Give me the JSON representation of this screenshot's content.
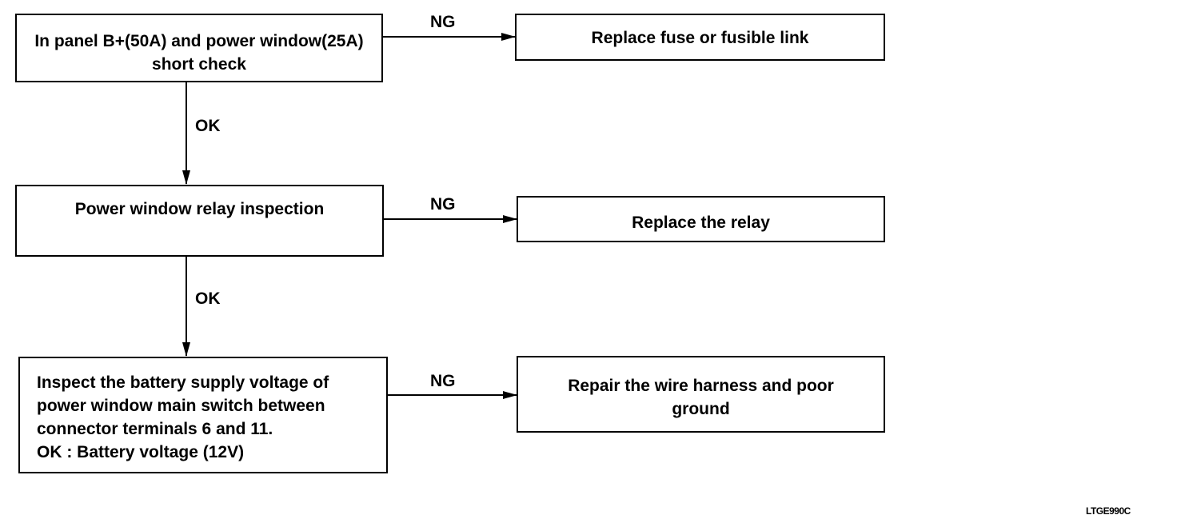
{
  "steps": [
    {
      "lines": [
        "In panel B+(50A) and power window(25A)",
        "short check"
      ]
    },
    {
      "lines": [
        "Power window relay inspection"
      ]
    },
    {
      "lines": [
        "Inspect the battery supply voltage of",
        "power window main switch between",
        "connector terminals 6 and 11.",
        "OK : Battery voltage (12V)"
      ]
    }
  ],
  "actions": [
    {
      "lines": [
        "Replace fuse or fusible link"
      ]
    },
    {
      "lines": [
        "Replace the relay"
      ]
    },
    {
      "lines": [
        "Repair the wire harness and poor",
        "ground"
      ]
    }
  ],
  "ng_labels": [
    "NG",
    "NG",
    "NG"
  ],
  "ok_labels": [
    "OK",
    "OK"
  ],
  "figure_code": "LTGE990C"
}
